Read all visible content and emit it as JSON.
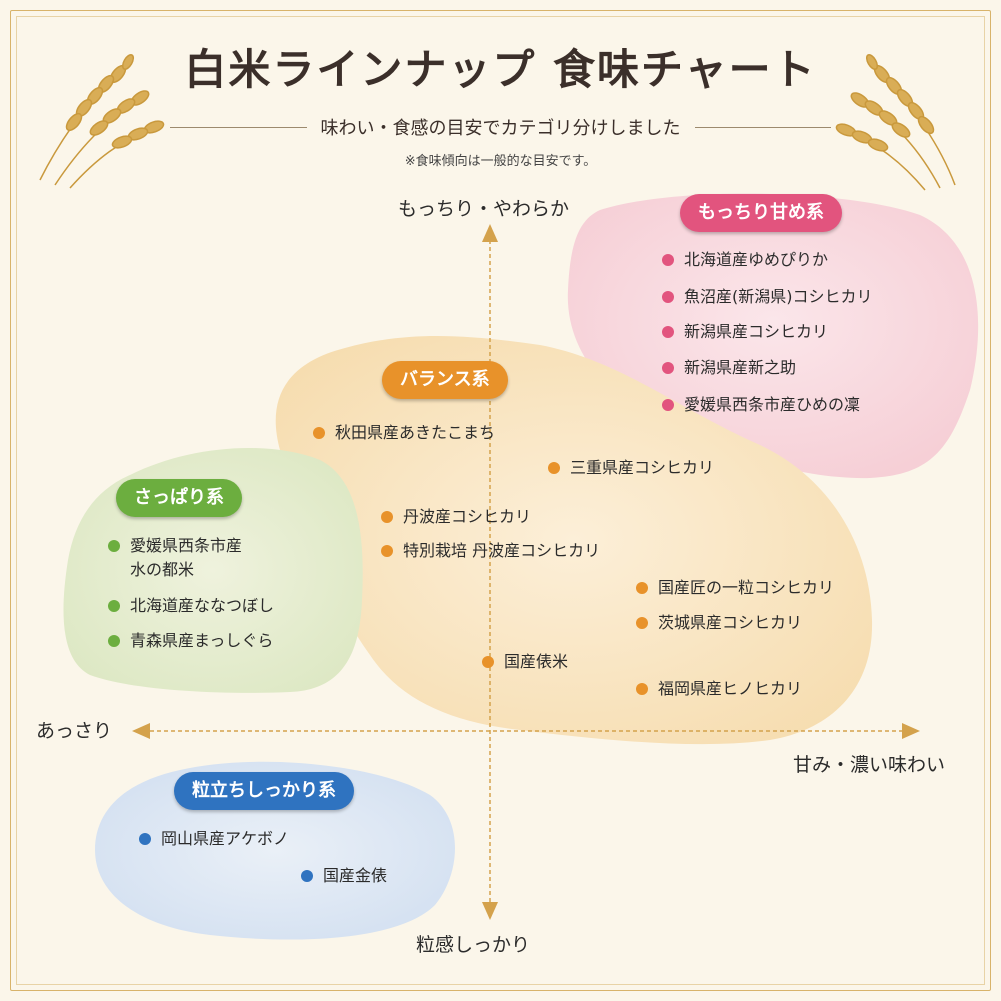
{
  "header": {
    "title": "白米ラインナップ 食味チャート",
    "subtitle": "味わい・食感の目安でカテゴリ分けしました",
    "note": "※食味傾向は一般的な目安です。"
  },
  "axes": {
    "top": "もっちり・やわらか",
    "bottom": "粒感しっかり",
    "left": "あっさり",
    "right": "甘み・濃い味わい"
  },
  "colors": {
    "pink": "#e2547e",
    "orange": "#e8922a",
    "green": "#6cae3f",
    "blue": "#2f73c0",
    "axis": "#d4a24c"
  },
  "groups": {
    "mochi": {
      "label": "もっちり甘め系",
      "items": [
        "北海道産ゆめぴりか",
        "魚沼産(新潟県)コシヒカリ",
        "新潟県産コシヒカリ",
        "新潟県産新之助",
        "愛媛県西条市産ひめの凜"
      ]
    },
    "balance": {
      "label": "バランス系",
      "items": [
        "秋田県産あきたこまち",
        "三重県産コシヒカリ",
        "丹波産コシヒカリ",
        "特別栽培 丹波産コシヒカリ",
        "国産匠の一粒コシヒカリ",
        "茨城県産コシヒカリ",
        "国産俵米",
        "福岡県産ヒノヒカリ"
      ]
    },
    "sappari": {
      "label": "さっぱり系",
      "items": [
        {
          "line1": "愛媛県西条市産",
          "line2": "水の都米"
        },
        {
          "line1": "北海道産ななつぼし",
          "line2": ""
        },
        {
          "line1": "青森県産まっしぐら",
          "line2": ""
        }
      ]
    },
    "tsubu": {
      "label": "粒立ちしっかり系",
      "items": [
        "岡山県産アケボノ",
        "国産金俵"
      ]
    }
  }
}
